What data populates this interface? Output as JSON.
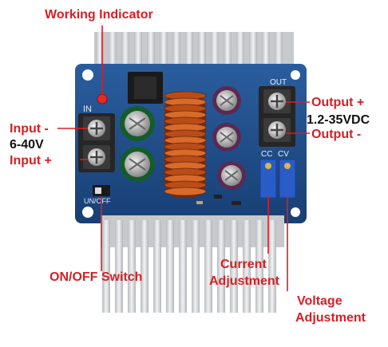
{
  "labels": {
    "working_indicator": "Working Indicator",
    "input_minus": "Input -",
    "input_range": "6-40V",
    "input_plus": "Input +",
    "output_plus": "Output +",
    "output_range": "1.2-35VDC",
    "output_minus": "Output -",
    "on_off_switch": "ON/OFF Switch",
    "current_line1": "Current",
    "current_line2": "Adjustment",
    "voltage_line1": "Voltage",
    "voltage_line2": "Adjustment"
  },
  "board_text": {
    "in": "IN",
    "out": "OUT",
    "cc": "CC",
    "cv": "CV",
    "on_off": "UN/OFF"
  },
  "colors": {
    "label_red": "#d81e24",
    "label_black": "#111111",
    "pcb_blue": "#1f4d8c",
    "heatsink": "#d6d8da",
    "coil_copper": "#c4561b",
    "trimmer_blue": "#2a5cc8"
  }
}
